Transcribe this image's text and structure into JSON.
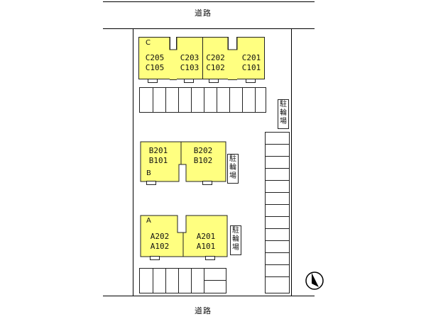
{
  "roads": {
    "top_label": "道路",
    "bottom_label": "道路"
  },
  "building_c": {
    "tag": "C",
    "units": [
      {
        "upper": "C205",
        "lower": "C105"
      },
      {
        "upper": "C203",
        "lower": "C103"
      },
      {
        "upper": "C202",
        "lower": "C102"
      },
      {
        "upper": "C201",
        "lower": "C101"
      }
    ]
  },
  "building_b": {
    "tag": "B",
    "units": [
      {
        "upper": "B201",
        "lower": "B101"
      },
      {
        "upper": "B202",
        "lower": "B102"
      }
    ]
  },
  "building_a": {
    "tag": "A",
    "units": [
      {
        "upper": "A202",
        "lower": "A102"
      },
      {
        "upper": "A201",
        "lower": "A101"
      }
    ]
  },
  "bicycle_parking": {
    "label_chars": [
      "駐",
      "輪",
      "場"
    ]
  },
  "colors": {
    "building_fill": "#ffff80",
    "line": "#000000"
  },
  "icons": {
    "north_arrow": "north-arrow-icon"
  }
}
